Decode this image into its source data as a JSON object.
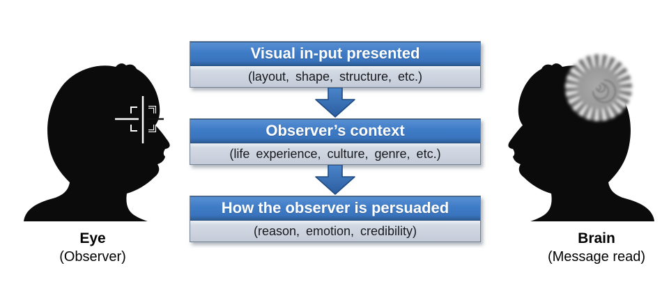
{
  "flow": {
    "steps": [
      {
        "heading": "Visual in-put presented",
        "detail": "(layout, shape, structure, etc.)"
      },
      {
        "heading": "Observer’s context",
        "detail": "(life experience, culture, genre, etc.)"
      },
      {
        "heading": "How the observer is persuaded",
        "detail": "(reason, emotion, credibility)"
      }
    ]
  },
  "figures": {
    "left": {
      "label": "Eye",
      "sublabel": "(Observer)",
      "icon": "crosshair-target-icon"
    },
    "right": {
      "label": "Brain",
      "sublabel": "(Message read)",
      "icon": "spiral-brain-icon"
    }
  },
  "colors": {
    "header_blue": "#3f7cc7",
    "header_blue_dark": "#2c5c94",
    "band_gray": "#c7ced9",
    "arrow_blue": "#3570b8",
    "arrow_outline": "#1f4a80",
    "silhouette_black": "#0b0b0b",
    "text_on_header": "#ffffff",
    "text_dark": "#16181c"
  }
}
